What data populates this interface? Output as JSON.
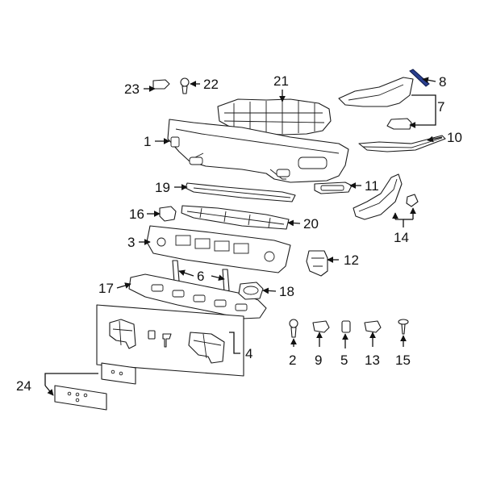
{
  "diagram": {
    "highlight_color": "#2a3f8f",
    "line_color": "#1a1a1a",
    "callouts": [
      {
        "key": "c1",
        "text": "1"
      },
      {
        "key": "c2",
        "text": "2"
      },
      {
        "key": "c3",
        "text": "3"
      },
      {
        "key": "c4",
        "text": "4"
      },
      {
        "key": "c5",
        "text": "5"
      },
      {
        "key": "c6",
        "text": "6"
      },
      {
        "key": "c7",
        "text": "7"
      },
      {
        "key": "c8",
        "text": "8"
      },
      {
        "key": "c9",
        "text": "9"
      },
      {
        "key": "c10",
        "text": "10"
      },
      {
        "key": "c11",
        "text": "11"
      },
      {
        "key": "c12",
        "text": "12"
      },
      {
        "key": "c13",
        "text": "13"
      },
      {
        "key": "c14",
        "text": "14"
      },
      {
        "key": "c15",
        "text": "15"
      },
      {
        "key": "c16",
        "text": "16"
      },
      {
        "key": "c17",
        "text": "17"
      },
      {
        "key": "c18",
        "text": "18"
      },
      {
        "key": "c19",
        "text": "19"
      },
      {
        "key": "c20",
        "text": "20"
      },
      {
        "key": "c21",
        "text": "21"
      },
      {
        "key": "c22",
        "text": "22"
      },
      {
        "key": "c23",
        "text": "23"
      },
      {
        "key": "c24",
        "text": "24"
      }
    ]
  }
}
